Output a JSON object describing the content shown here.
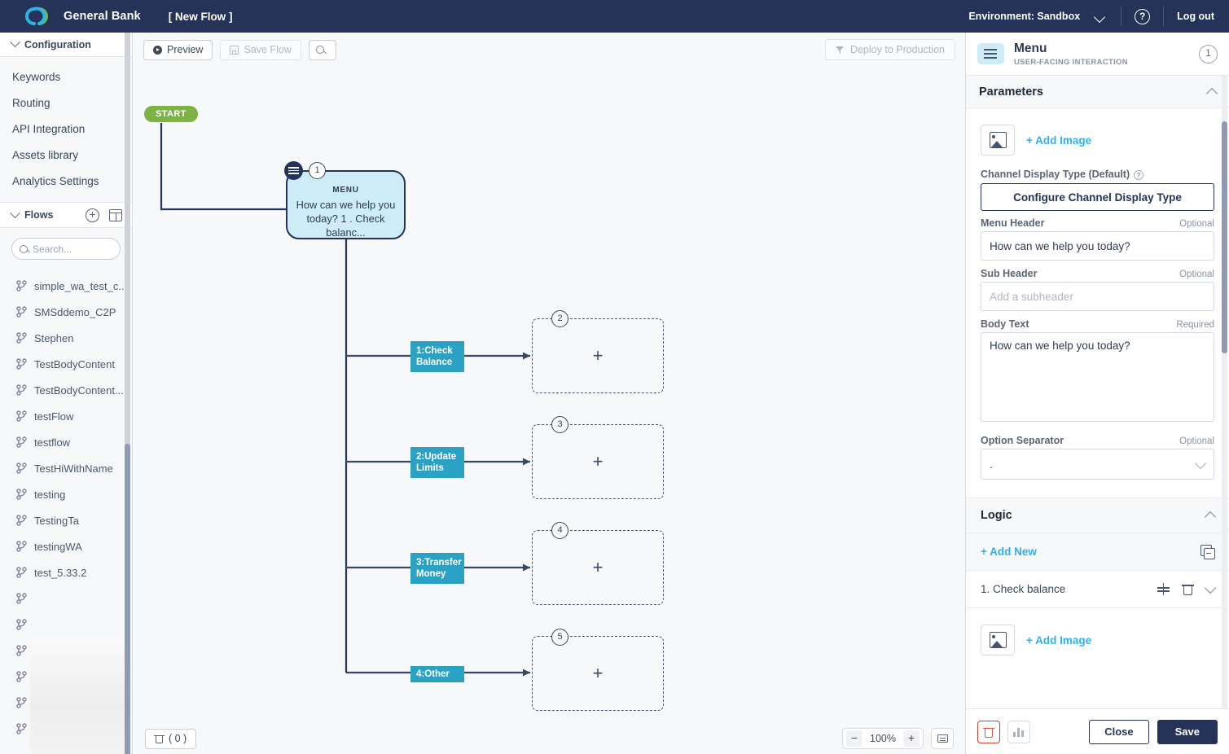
{
  "topbar": {
    "brand": "General Bank",
    "flow_name": "[ New Flow ]",
    "environment": "Environment: Sandbox",
    "help_glyph": "?",
    "logout": "Log out"
  },
  "sidebar": {
    "configuration_label": "Configuration",
    "config_items": [
      {
        "label": "Keywords"
      },
      {
        "label": "Routing"
      },
      {
        "label": "API Integration"
      },
      {
        "label": "Assets library"
      },
      {
        "label": "Analytics Settings"
      }
    ],
    "flows_label": "Flows",
    "search_placeholder": "Search...",
    "flows": [
      {
        "label": "simple_wa_test_c..."
      },
      {
        "label": "SMSddemo_C2P"
      },
      {
        "label": "Stephen"
      },
      {
        "label": "TestBodyContent"
      },
      {
        "label": "TestBodyContent..."
      },
      {
        "label": "testFlow"
      },
      {
        "label": "testflow"
      },
      {
        "label": "TestHiWithName"
      },
      {
        "label": "testing"
      },
      {
        "label": "TestingTa"
      },
      {
        "label": "testingWA"
      },
      {
        "label": "test_5.33.2"
      }
    ],
    "hidden_flow_rows": 6
  },
  "toolbar": {
    "preview_label": "Preview",
    "save_flow_label": "Save Flow",
    "deploy_label": "Deploy to Production"
  },
  "canvas": {
    "start_label": "START",
    "menu_node": {
      "badge": "1",
      "kind": "MENU",
      "text": "How can we help you today? 1 . Check balanc..."
    },
    "branches": [
      {
        "label": "1:Check Balance",
        "badge": "2",
        "plus": "+"
      },
      {
        "label": "2:Update Limits",
        "badge": "3",
        "plus": "+"
      },
      {
        "label": "3:Transfer Money",
        "badge": "4",
        "plus": "+"
      },
      {
        "label": "4:Other",
        "badge": "5",
        "plus": "+"
      }
    ],
    "footer": {
      "trash_count": "( 0 )",
      "zoom_out": "−",
      "zoom_level": "100%",
      "zoom_in": "+"
    },
    "colors": {
      "node_fill": "#cdecf6",
      "node_stroke": "#243357",
      "branch_label_bg": "#2ba2c4",
      "start_bg": "#7cb342",
      "background": "#f6f8fa"
    }
  },
  "panel": {
    "title": "Menu",
    "subtitle": "USER-FACING INTERACTION",
    "count": "1",
    "parameters_title": "Parameters",
    "add_image_label": "+ Add Image",
    "channel_display_label": "Channel Display Type (Default)",
    "configure_button": "Configure Channel Display Type",
    "menu_header_label": "Menu Header",
    "menu_header_optional": "Optional",
    "menu_header_value": "How can we help you today?",
    "sub_header_label": "Sub Header",
    "sub_header_optional": "Optional",
    "sub_header_placeholder": "Add a subheader",
    "sub_header_value": "",
    "body_text_label": "Body Text",
    "body_text_required": "Required",
    "body_text_value": "How can we help you today?",
    "option_separator_label": "Option Separator",
    "option_separator_optional": "Optional",
    "option_separator_value": ".",
    "logic_title": "Logic",
    "add_new_label": "+ Add New",
    "logic_items": [
      {
        "label": "1. Check balance",
        "add_image_label": "+ Add Image"
      }
    ],
    "footer": {
      "close_label": "Close",
      "save_label": "Save"
    },
    "colors": {
      "accent_blue": "#31b0e8",
      "dark_navy": "#243357",
      "danger_red": "#c0452b"
    }
  }
}
